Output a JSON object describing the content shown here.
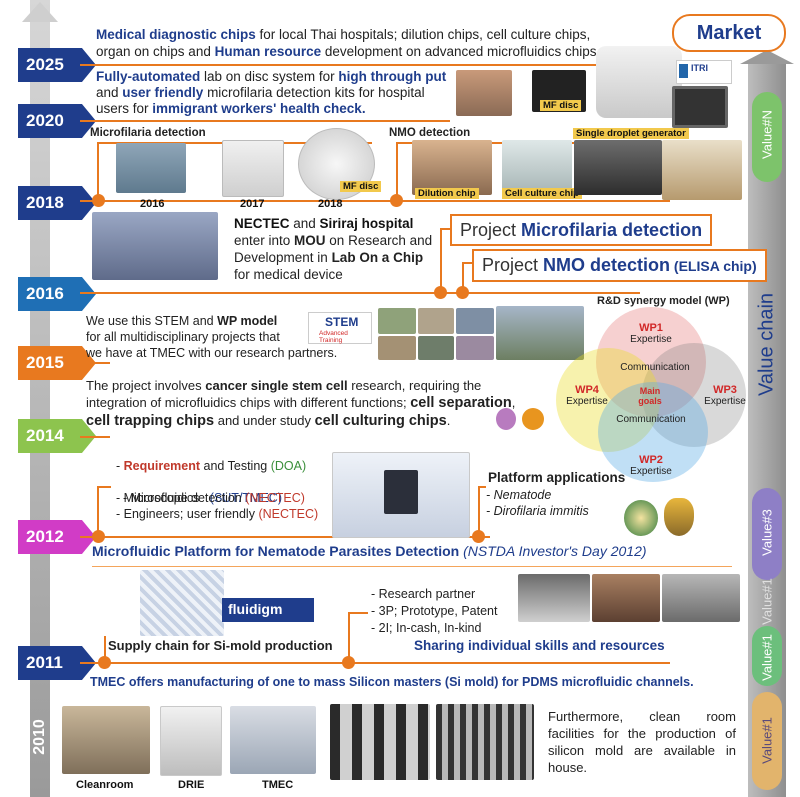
{
  "header": {
    "market_label": "Market"
  },
  "years": [
    "2025",
    "2020",
    "2018",
    "2016",
    "2015",
    "2014",
    "2012",
    "2011",
    "2010"
  ],
  "y2025": {
    "line1_bold": "Medical diagnostic chips",
    "line1_rest": " for local Thai hospitals; dilution chips, cell culture chips,",
    "line2_a": "organ on chips and ",
    "line2_bold": "Human resource",
    "line2_rest": " development on advanced microfluidics chips.",
    "itri_logo": "ITRI",
    "mf_disc_label": "MF disc"
  },
  "y2020": {
    "l1a": "Fully-automated",
    "l1b": " lab on disc system for ",
    "l1c": "high through put",
    "l2a": "and ",
    "l2b": "user friendly",
    "l2c": " microfilaria detection kits for hospital",
    "l3a": "users for ",
    "l3b": "immigrant workers' health check."
  },
  "y2018": {
    "microfilaria_title": "Microfilaria detection",
    "nmo_title": "NMO detection",
    "single_droplet": "Single droplet generator",
    "year_2016": "2016",
    "year_2017": "2017",
    "year_2018": "2018",
    "mf_disc": "MF disc",
    "dilution_chip": "Dilution chip",
    "cell_culture_chip": "Cell culture chip"
  },
  "y2016": {
    "l1a": "NECTEC",
    "l1b": " and ",
    "l1c": "Siriraj hospital",
    "l2": "enter into ",
    "l2b": "MOU",
    "l2c": " on Research and",
    "l3a": "Development in ",
    "l3b": "Lab On a Chip",
    "l4": "for medical device",
    "project1_a": "Project ",
    "project1_b": "Microfilaria detection",
    "project2_a": "Project ",
    "project2_b": "NMO detection",
    "project2_c": " (ELISA chip)"
  },
  "y2015": {
    "l1a": "We use this STEM and ",
    "l1b": "WP model",
    "l2": "for all multidisciplinary projects that",
    "l3": "we have at TMEC with our research partners.",
    "stem_logo": "STEM",
    "stem_sub": "Advanced Training"
  },
  "rd_model": {
    "title": "R&D synergy model (WP)",
    "wp1": "WP1",
    "wp2": "WP2",
    "wp3": "WP3",
    "wp4": "WP4",
    "expertise": "Expertise",
    "communication": "Communication",
    "main_goals": "Main goals"
  },
  "y2014": {
    "l1a": "The project involves ",
    "l1b": "cancer single stem cell",
    "l1c": " research, requiring the",
    "l2a": "integration of microfluidics chips with different functions; ",
    "l2b": "cell separation",
    "l2c": ",",
    "l3a": "cell trapping chips",
    "l3b": " and under study ",
    "l3c": "cell culturing chips",
    "l3d": "."
  },
  "y2012": {
    "b1a": "- ",
    "b1b": "Requirement",
    "b1c": " and Testing ",
    "b1d": "(DOA)",
    "b2a": "- Microfluidics   ",
    "b2b": "(SUT/TMEC)",
    "b3a": "- Microscope detection ",
    "b3b": "(NECTEC)",
    "b4a": "- Engineers; user friendly ",
    "b4b": "(NECTEC)",
    "platform_title": "Platform applications",
    "nematode": "- Nematode",
    "dirofilaria": "- Dirofilaria  immitis",
    "banner_bold": "Microfluidic Platform for Nematode Parasites Detection",
    "banner_italic": " (NSTDA Investor's Day 2012)"
  },
  "y2011": {
    "fluidigm": "fluidigm",
    "supply_chain": "Supply chain for Si-mold production",
    "partner_title": "- Research partner",
    "p1": "- 3P; Prototype, Patent",
    "p2": "- 2I; In-cash, In-kind",
    "sharing": "Sharing individual skills and resources",
    "tmec_line": "TMEC offers manufacturing of one to mass Silicon masters (Si mold) for PDMS microfluidic channels."
  },
  "y2010": {
    "cleanroom": "Cleanroom",
    "drie": "DRIE",
    "tmec": "TMEC",
    "furthermore": "Furthermore, clean room facilities for the production of silicon mold are available in house."
  },
  "value_chain": {
    "label": "Value chain",
    "value_n": "Value#N",
    "value_3": "Value#3",
    "value_1a": "Value#1",
    "value_1b": "Value#1"
  }
}
